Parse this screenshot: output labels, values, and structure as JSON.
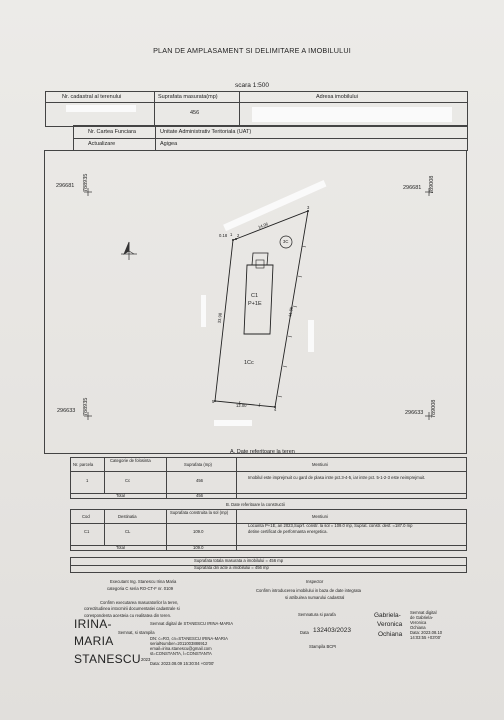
{
  "header": {
    "title": "PLAN DE AMPLASAMENT SI DELIMITARE A IMOBILULUI",
    "scale": "scara 1:500"
  },
  "top_table": {
    "col1": "Nr. cadastral al terenului",
    "col2": "Suprafata masurata(mp)",
    "col3": "Adresa imobilului",
    "area_value": "456",
    "row2_col1": "Nr. Cartea Funciara",
    "row2_col2": "Unitate Administrativ Teritoriala (UAT)",
    "row3_col1": "Actualizare",
    "row3_col2": "Agigea"
  },
  "plan": {
    "coords": {
      "tl_x": "296681",
      "tl_y": "788935",
      "tr_x": "296681",
      "tr_y": "789008",
      "bl_x": "296633",
      "bl_y": "788935",
      "br_x": "296633",
      "br_y": "789008"
    },
    "points": [
      "1",
      "2",
      "3",
      "4",
      "5"
    ],
    "dims": {
      "top_short": "0.18",
      "top": "14.96",
      "right": "41.85",
      "left": "33.98",
      "bottom": "12.00"
    },
    "labels": {
      "parcel": "3C",
      "building_code": "C1",
      "building_type": "P+1E",
      "lot_code": "1Cc"
    }
  },
  "section_a": {
    "title": "A. Date referitoare la teren",
    "headers": [
      "Nr. parcela",
      "Categorie de folosinta",
      "Suprafata (mp)",
      "Mentiuni"
    ],
    "row": {
      "nr": "1",
      "cat": "Cc",
      "area": "456",
      "mentiuni": "Imobilul este imprejmuit cu gard de plasa intre pct.3-4-5, iar intre pct. 5-1-2-3 este neimprejmuit."
    },
    "total_label": "Total",
    "total_value": "456"
  },
  "section_b": {
    "title": "B. Date referitoare la constructii",
    "headers": [
      "Cod",
      "Destinatia",
      "Suprafata construita la sol (mp)",
      "Mentiuni"
    ],
    "row": {
      "cod": "C1",
      "dest": "CL",
      "area": "109.0",
      "mentiuni_1": "Locuinta P+1E, an 2023,Suprf. constr. la sol = 109.0 mp, Suprat. constr. desf. =187.0 mp",
      "mentiuni_2": "detine certificat de performanta energetica."
    },
    "total_label": "Total",
    "total_value": "109.0"
  },
  "summary": {
    "line1": "Suprafata totala masurata a imobilului = 456 mp",
    "line2": "Suprafata din acte a imobilului = 456 mp"
  },
  "executant": {
    "title": "Executant   Ing. Stanescu Irina Maria",
    "category": "categoria C seria RO-CT-F nr. 0109",
    "confirm_1": "Confirm executarea masuratorilor la teren,",
    "confirm_2": "corectitudinea intocmirii documentatiei cadastrale si",
    "confirm_3": "corespondenta acesteia cu realitatea din teren.",
    "sign_label": "Semnat, si stampila",
    "sig_name_1": "IRINA-",
    "sig_name_2": "MARIA",
    "sig_name_3": "STANESCU",
    "sig_meta_1": "Semnat digital de STANESCU IRINA-MARIA",
    "sig_meta_2": "DN: c=RO, cn=STANESCU IRINA-MARIA",
    "sig_meta_3": "serialNumber=2011003886912",
    "sig_meta_4": "email=irina.stanescu@gmail.com",
    "sig_meta_5": "st=CONSTANTA, l=CONSTANTA",
    "sig_meta_6": "Data: 2023.08.09 15:30:04 +03'00'",
    "date": "2023"
  },
  "inspector": {
    "title": "Inspector",
    "confirm_1": "Confirm introducerea imobilului in baza de date integrata",
    "confirm_2": "si atribuirea numarului cadastral",
    "sign_label": "Semnatura si parafa",
    "date_label": "Data",
    "date_value": "132403/2023",
    "stamp": "Stampila BCPI",
    "sig_name_1": "Gabriela-",
    "sig_name_2": "Veronica",
    "sig_name_3": "Ochiana",
    "sig_meta_1": "Semnat digital",
    "sig_meta_2": "de Gabriela-",
    "sig_meta_3": "Veronica",
    "sig_meta_4": "Ochiana",
    "sig_meta_5": "Data: 2023.08.10",
    "sig_meta_6": "14:03:55 +03'00'"
  }
}
